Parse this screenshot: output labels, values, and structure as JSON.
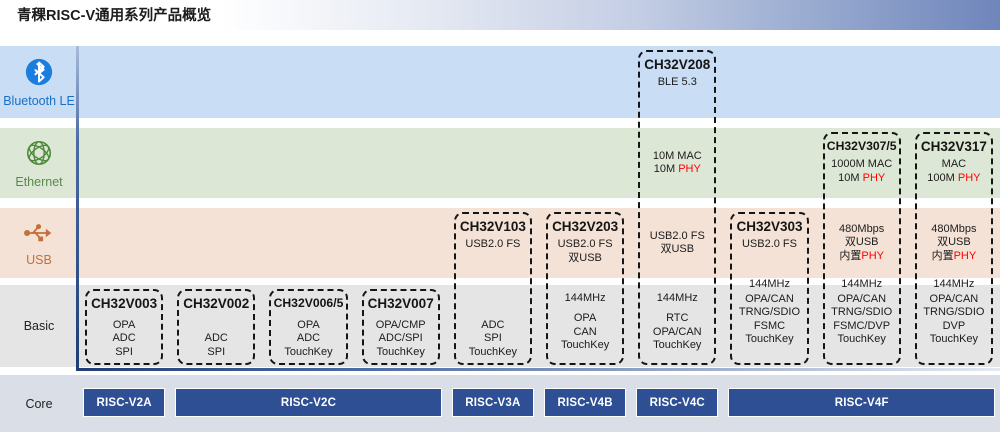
{
  "title": "青稞RISC-V通用系列产品概览",
  "colors": {
    "ble_band": "#c9ddf5",
    "ethernet_band": "#dde7d5",
    "usb_band": "#f4e2d6",
    "basic_band": "#e5e5e5",
    "core_band": "#dadee7",
    "core_bar": "#2e4f94",
    "phy_highlight": "#ff0000",
    "axis": "#1f3e73"
  },
  "rows": [
    {
      "id": "ble",
      "label": "Bluetooth LE",
      "icon": "bluetooth-icon"
    },
    {
      "id": "ethernet",
      "label": "Ethernet",
      "icon": "ethernet-globe-icon"
    },
    {
      "id": "usb",
      "label": "USB",
      "icon": "usb-icon"
    },
    {
      "id": "basic",
      "label": "Basic",
      "icon": "none"
    },
    {
      "id": "core",
      "label": "Core",
      "icon": "none"
    }
  ],
  "columns": [
    {
      "index": 0,
      "chip": "CH32V003",
      "top_row": "basic"
    },
    {
      "index": 1,
      "chip": "CH32V002",
      "top_row": "basic"
    },
    {
      "index": 2,
      "chip": "CH32V006/5",
      "top_row": "basic"
    },
    {
      "index": 3,
      "chip": "CH32V007",
      "top_row": "basic"
    },
    {
      "index": 4,
      "chip": "CH32V103",
      "top_row": "usb"
    },
    {
      "index": 5,
      "chip": "CH32V203",
      "top_row": "usb"
    },
    {
      "index": 6,
      "chip": "CH32V208",
      "top_row": "ble"
    },
    {
      "index": 7,
      "chip": "CH32V303",
      "top_row": "usb"
    },
    {
      "index": 8,
      "chip": "CH32V307/5",
      "top_row": "ethernet"
    },
    {
      "index": 9,
      "chip": "CH32V317",
      "top_row": "ethernet"
    }
  ],
  "cells": {
    "ble": [
      null,
      null,
      null,
      null,
      null,
      null,
      {
        "lines": [
          "BLE 5.3"
        ]
      },
      null,
      null,
      null
    ],
    "ethernet": [
      null,
      null,
      null,
      null,
      null,
      null,
      {
        "lines": [
          "10M MAC",
          "10M PHY"
        ],
        "red_words": [
          "PHY"
        ]
      },
      null,
      {
        "lines": [
          "1000M MAC",
          "10M PHY"
        ],
        "red_words": [
          "PHY"
        ]
      },
      {
        "lines": [
          "MAC",
          "100M PHY"
        ],
        "red_words": [
          "PHY"
        ]
      }
    ],
    "usb": [
      null,
      null,
      null,
      null,
      {
        "lines": [
          "USB2.0 FS"
        ]
      },
      {
        "lines": [
          "USB2.0 FS",
          "双USB"
        ]
      },
      {
        "lines": [
          "USB2.0 FS",
          "双USB"
        ]
      },
      {
        "lines": [
          "USB2.0 FS"
        ]
      },
      {
        "lines": [
          "480Mbps",
          "双USB",
          "内置PHY"
        ],
        "red_words": [
          "PHY"
        ]
      },
      {
        "lines": [
          "480Mbps",
          "双USB",
          "内置PHY"
        ],
        "red_words": [
          "PHY"
        ]
      }
    ],
    "basic": [
      {
        "freq": "",
        "lines": [
          "OPA",
          "ADC",
          "SPI"
        ]
      },
      {
        "freq": "",
        "lines": [
          "ADC",
          "SPI"
        ]
      },
      {
        "freq": "",
        "lines": [
          "OPA",
          "ADC",
          "TouchKey"
        ]
      },
      {
        "freq": "",
        "lines": [
          "OPA/CMP",
          "ADC/SPI",
          "TouchKey"
        ]
      },
      {
        "freq": "",
        "lines": [
          "ADC",
          "SPI",
          "TouchKey"
        ]
      },
      {
        "freq": "144MHz",
        "lines": [
          "OPA",
          "CAN",
          "TouchKey"
        ]
      },
      {
        "freq": "144MHz",
        "lines": [
          "RTC",
          "OPA/CAN",
          "TouchKey"
        ]
      },
      {
        "freq": "144MHz",
        "lines": [
          "OPA/CAN",
          "TRNG/SDIO",
          "FSMC",
          "TouchKey"
        ]
      },
      {
        "freq": "144MHz",
        "lines": [
          "OPA/CAN",
          "TRNG/SDIO",
          "FSMC/DVP",
          "TouchKey"
        ]
      },
      {
        "freq": "144MHz",
        "lines": [
          "OPA/CAN",
          "TRNG/SDIO",
          "DVP",
          "TouchKey"
        ]
      }
    ]
  },
  "core_bars": [
    {
      "label": "RISC-V2A",
      "start": 0,
      "span": 1
    },
    {
      "label": "RISC-V2C",
      "start": 1,
      "span": 3
    },
    {
      "label": "RISC-V3A",
      "start": 4,
      "span": 1
    },
    {
      "label": "RISC-V4B",
      "start": 5,
      "span": 1
    },
    {
      "label": "RISC-V4C",
      "start": 6,
      "span": 1
    },
    {
      "label": "RISC-V4F",
      "start": 7,
      "span": 3
    }
  ]
}
